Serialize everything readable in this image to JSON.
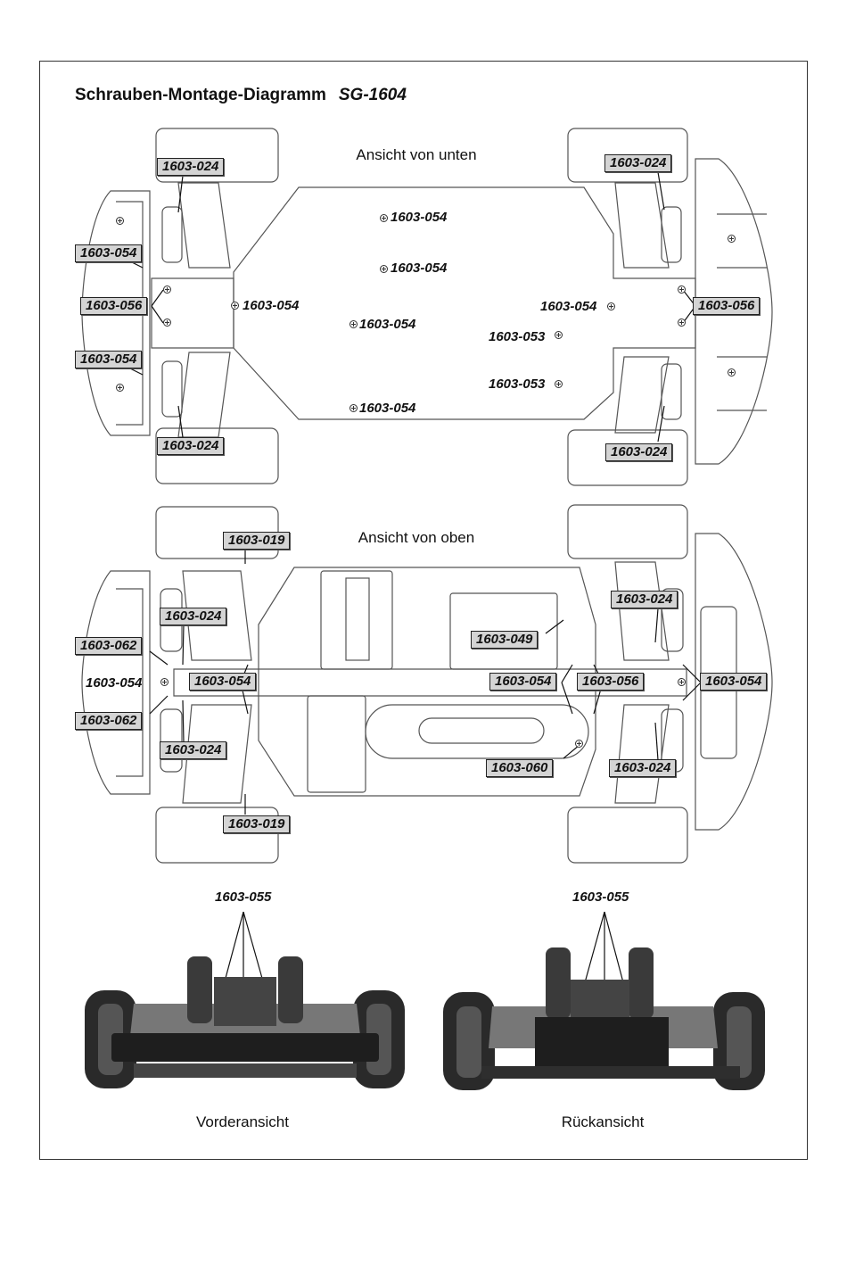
{
  "header": {
    "title": "Schrauben-Montage-Diagramm",
    "model": "SG-1604"
  },
  "views": {
    "bottom": {
      "caption": "Ansicht von unten",
      "labels": {
        "l1": "1603-024",
        "l2": "1603-054",
        "l3": "1603-056",
        "l4": "1603-054",
        "l5": "1603-024",
        "l6": "1603-054",
        "l7": "1603-054",
        "l8": "1603-054",
        "l9": "1603-054",
        "l10": "1603-054",
        "l11": "1603-024",
        "l12": "1603-054",
        "l13": "1603-053",
        "l14": "1603-053",
        "l15": "1603-056",
        "l16": "1603-024"
      }
    },
    "top": {
      "caption": "Ansicht von oben",
      "labels": {
        "t1": "1603-019",
        "t2": "1603-024",
        "t3": "1603-062",
        "t4": "1603-054",
        "t5": "1603-054",
        "t6": "1603-062",
        "t7": "1603-024",
        "t8": "1603-019",
        "t9": "1603-049",
        "t10": "1603-054",
        "t11": "1603-060",
        "t12": "1603-024",
        "t13": "1603-056",
        "t14": "1603-054",
        "t15": "1603-024"
      }
    },
    "front": {
      "caption": "Vorderansicht",
      "label": "1603-055"
    },
    "rear": {
      "caption": "Rückansicht",
      "label": "1603-055"
    }
  },
  "colors": {
    "label_fill": "#d4d4d4",
    "outline": "#222222",
    "tire": "#2a2a2a"
  }
}
